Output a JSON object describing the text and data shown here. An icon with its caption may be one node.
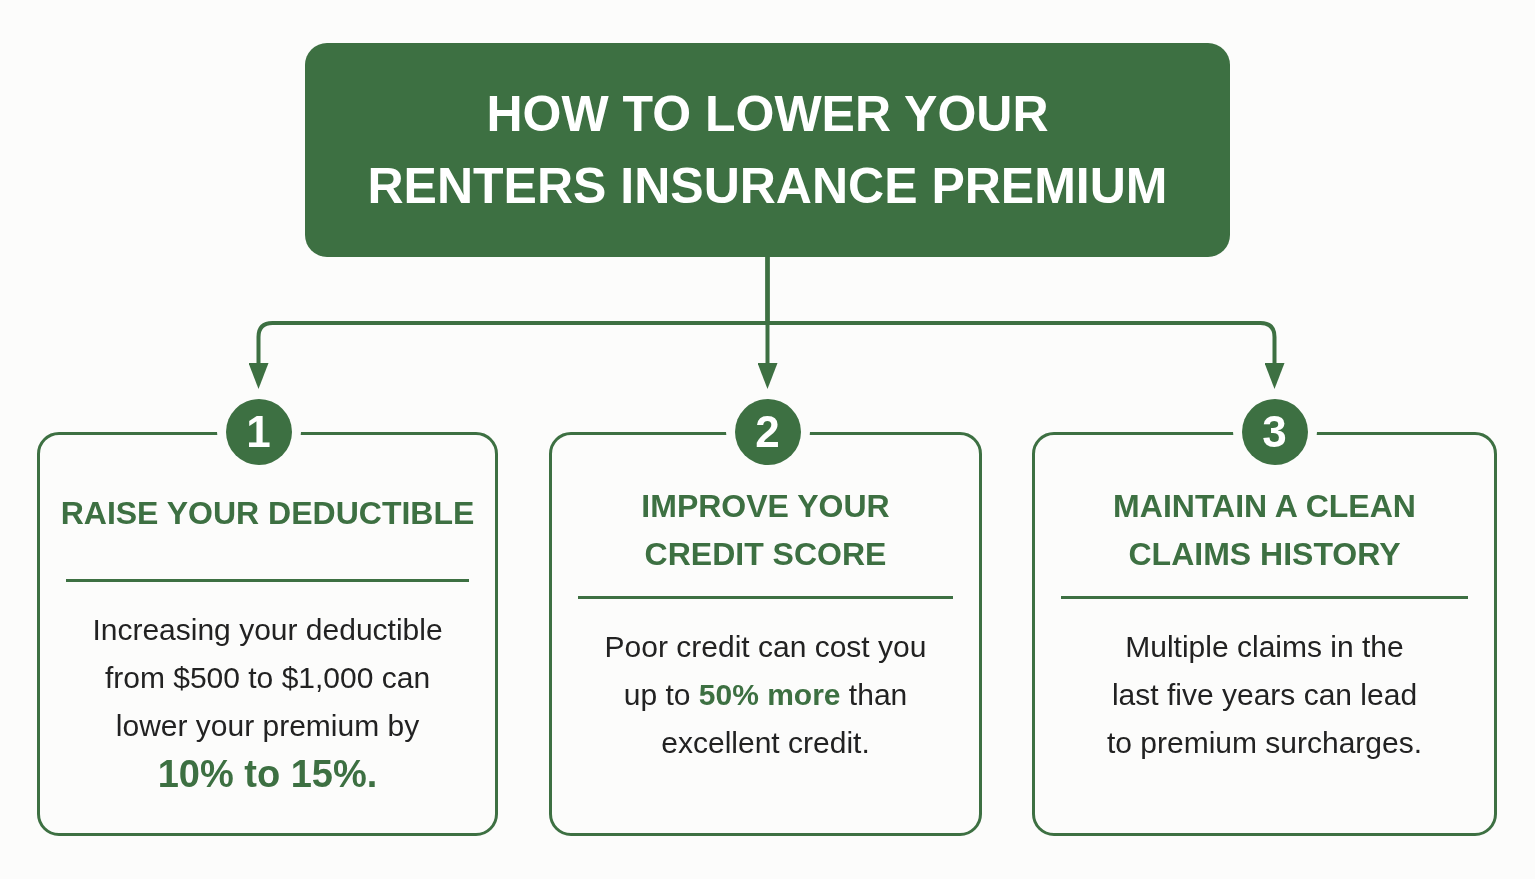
{
  "diagram": {
    "nodes": [
      {
        "text": [
          "HOW TO LOWER YOUR RENTERS INSURANCE PREMIUM"
        ]
      },
      {
        "text": [
          "1"
        ]
      },
      {
        "text": [
          "RAISE YOUR DEDUCTIBLE",
          "Increasing your deductible from $500 to $1,000 can lower your premium by **10% to 15%.**"
        ]
      },
      {
        "text": [
          "2"
        ]
      },
      {
        "text": [
          "IMPROVE YOUR CREDIT SCORE",
          "Poor credit can cost you up to **50% more** than excellent credit."
        ]
      },
      {
        "text": [
          "3"
        ]
      },
      {
        "text": [
          "MAINTAIN A CLEAN CLAIMS HISTORY",
          "Multiple claims in the last five years can lead to premium surcharges."
        ]
      }
    ],
    "edges": [
      {
        "from": 0,
        "to": 1,
        "arrow": "to"
      },
      {
        "from": 0,
        "to": 3,
        "arrow": "to"
      },
      {
        "from": 0,
        "to": 5,
        "arrow": "to"
      }
    ]
  }
}
